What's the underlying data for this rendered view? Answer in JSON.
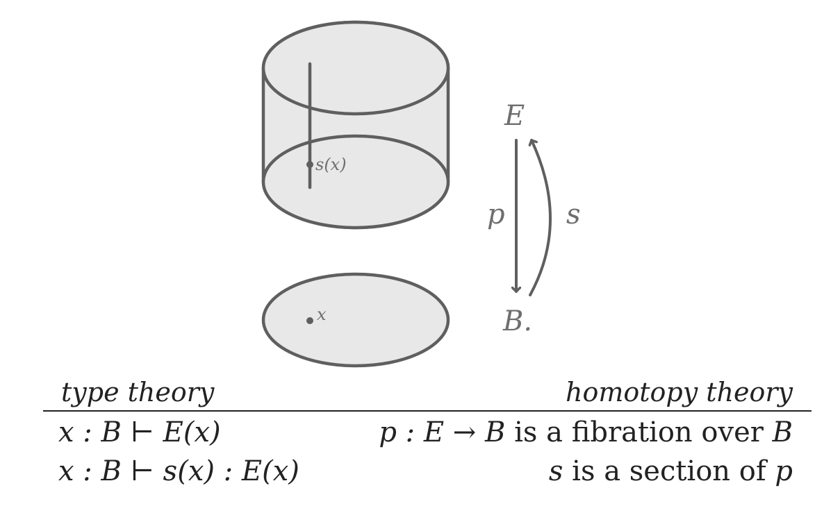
{
  "diagram": {
    "colors": {
      "fill": "#e8e8e8",
      "stroke": "#5f5f5f",
      "label": "#6e6e6e",
      "text": "#222222"
    },
    "cylinder_point_label": "s(x)",
    "base_point_label": "x",
    "arrow": {
      "top_label": "E",
      "bottom_label": "B.",
      "down_arrow_label": "p",
      "up_arrow_label": "s"
    }
  },
  "table": {
    "header_left": "type theory",
    "header_right": "homotopy theory",
    "rows": [
      {
        "left": "x : B ⊢ E(x)",
        "right_math_1": "p : E → B",
        "right_text": " is a fibration over ",
        "right_math_2": "B"
      },
      {
        "left": "x : B ⊢ s(x) : E(x)",
        "right_math_1": "s",
        "right_text": " is a section of ",
        "right_math_2": "p"
      }
    ]
  }
}
